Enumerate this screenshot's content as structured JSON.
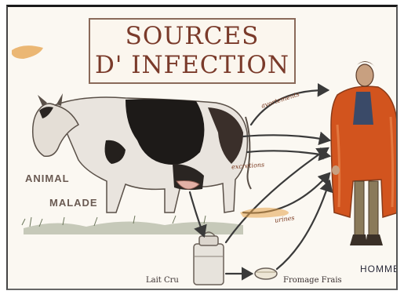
{
  "title": {
    "line1": "SOURCES",
    "line2": "D' INFECTION"
  },
  "labels": {
    "animal": "ANIMAL",
    "malade": "MALADE",
    "homme": "HOMME",
    "lait_cru": "Lait Cru",
    "fromage_frais": "Fromage Frais"
  },
  "arrow_labels": {
    "top": "avortements",
    "middle": "excretions",
    "bottom": "urines"
  },
  "colors": {
    "title": "#7a3a2a",
    "coat": "#d2541e",
    "arrows": "#3a3a3a",
    "cow_patches": "#1d1a18"
  }
}
